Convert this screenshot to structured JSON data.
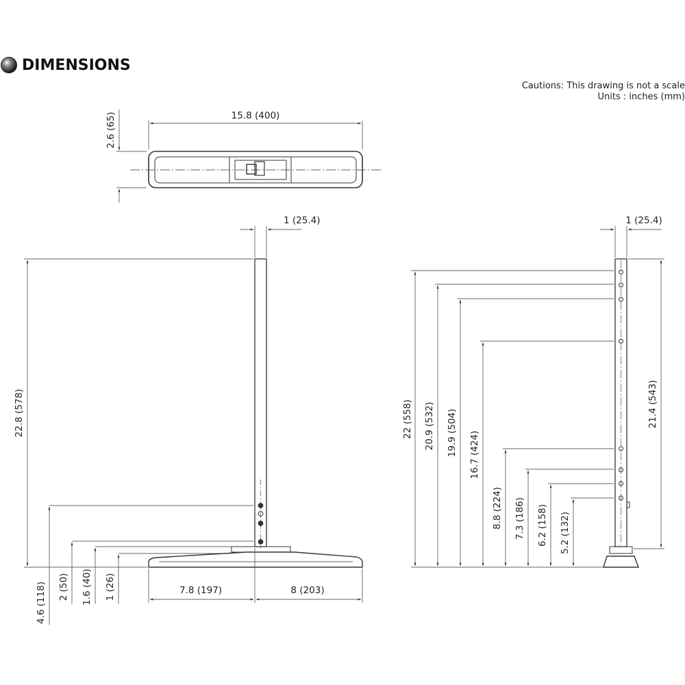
{
  "header": {
    "title": "DIMENSIONS",
    "icon": "sphere-bullet-icon"
  },
  "notes": {
    "caution": "Cautions: This drawing is not a scale",
    "units": "Units : inches (mm)"
  },
  "top_view": {
    "width_label": "15.8 (400)",
    "depth_label": "2.6 (65)"
  },
  "side_view": {
    "pole_width_label": "1 (25.4)",
    "height_label": "22.8 (578)",
    "hole_labels": [
      "4.6 (118)",
      "2 (50)",
      "1.6 (40)",
      "1 (26)"
    ],
    "base_left_label": "7.8 (197)",
    "base_right_label": "8 (203)"
  },
  "front_view": {
    "pole_width_label": "1 (25.4)",
    "overall_height_label": "22 (558)",
    "hole_labels": [
      "20.9 (532)",
      "19.9 (504)",
      "16.7 (424)",
      "8.8 (224)",
      "7.3 (186)",
      "6.2 (158)",
      "5.2 (132)"
    ],
    "pole_height_label": "21.4 (543)"
  }
}
